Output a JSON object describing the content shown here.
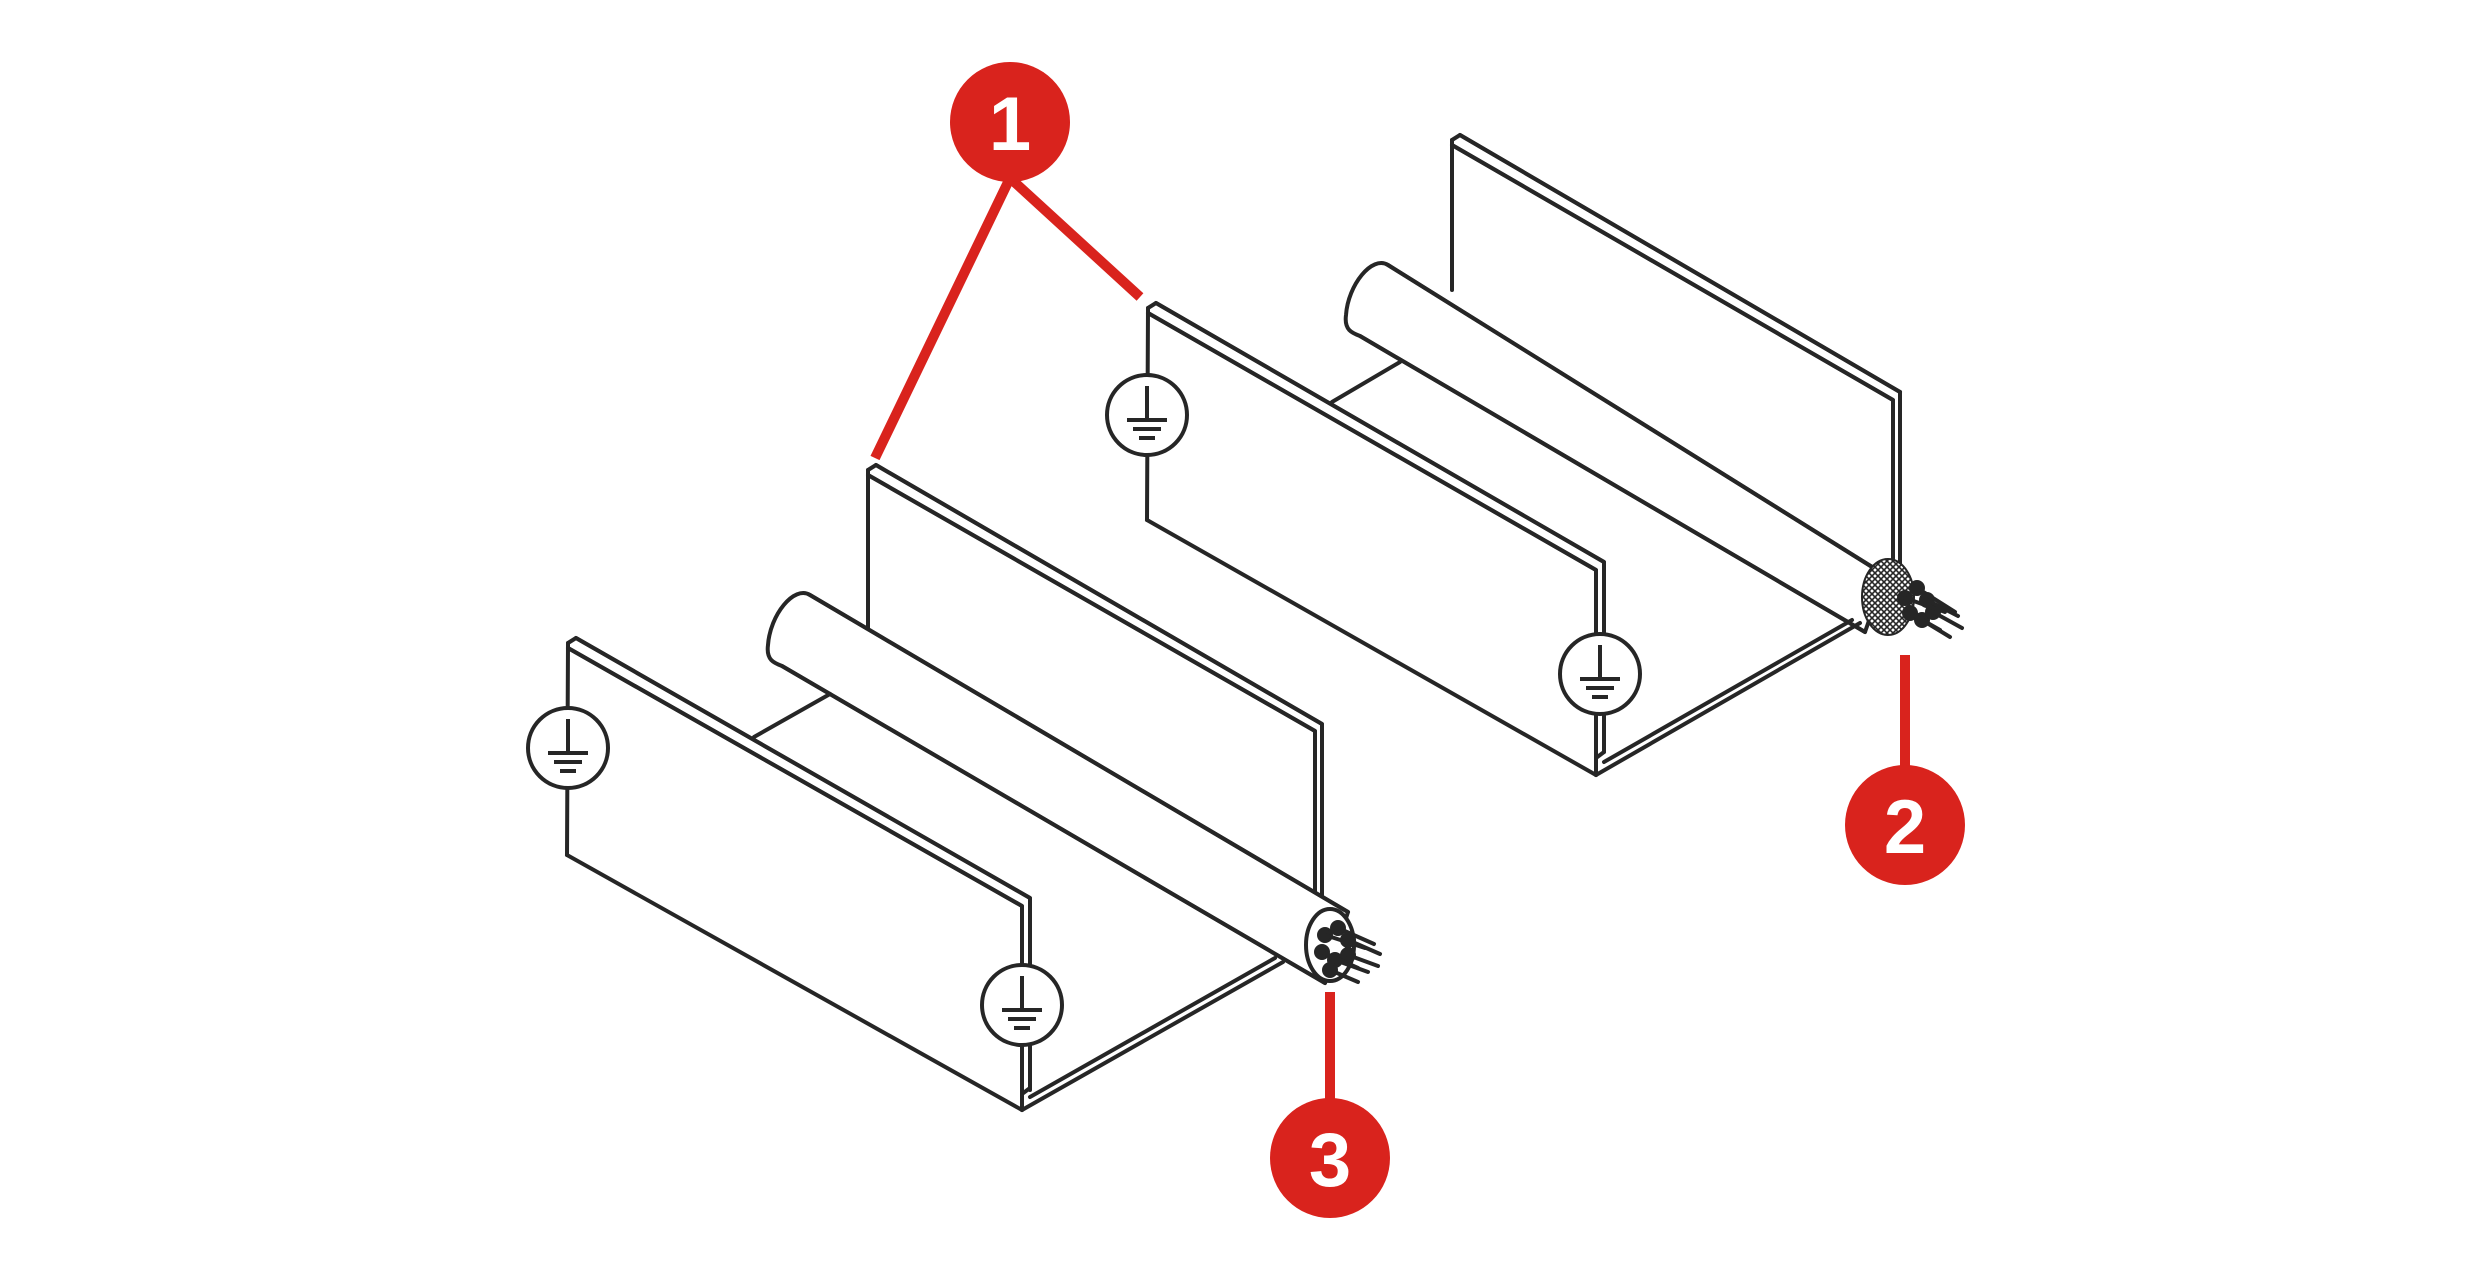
{
  "callouts": [
    {
      "id": "1",
      "label": "1",
      "color": "#d9231d"
    },
    {
      "id": "2",
      "label": "2",
      "color": "#d9231d"
    },
    {
      "id": "3",
      "label": "3",
      "color": "#d9231d"
    }
  ],
  "icons": {
    "ground": "ground-symbol-icon"
  },
  "colors": {
    "line": "#262626",
    "callout": "#d9231d",
    "background": "#ffffff"
  }
}
